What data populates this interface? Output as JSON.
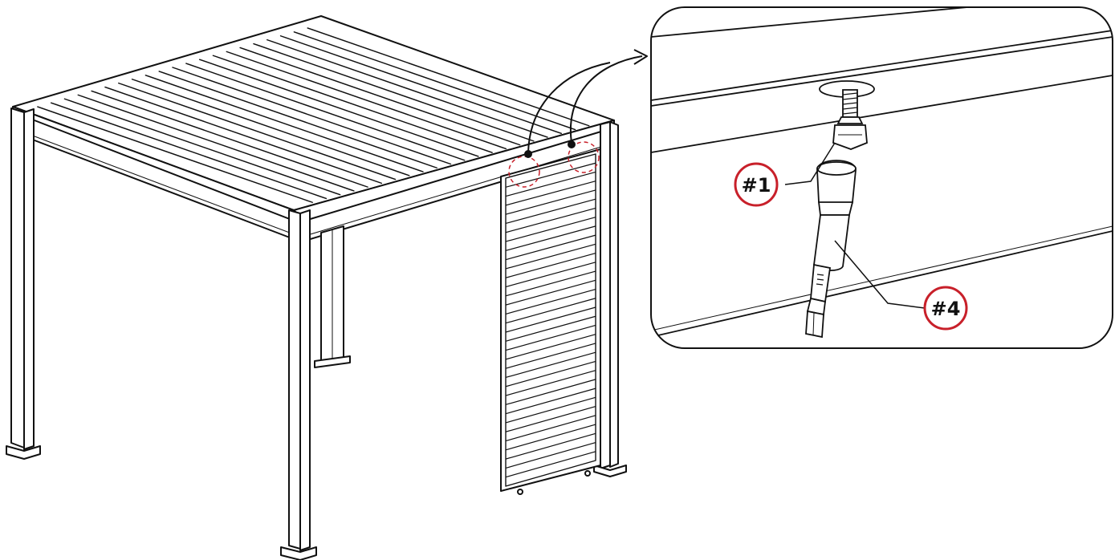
{
  "diagram": {
    "callouts": [
      {
        "label": "#1",
        "part": "screw"
      },
      {
        "label": "#4",
        "part": "driver-bit"
      }
    ],
    "colors": {
      "line": "#111111",
      "callout_ring": "#c8202a",
      "background": "#ffffff"
    }
  }
}
